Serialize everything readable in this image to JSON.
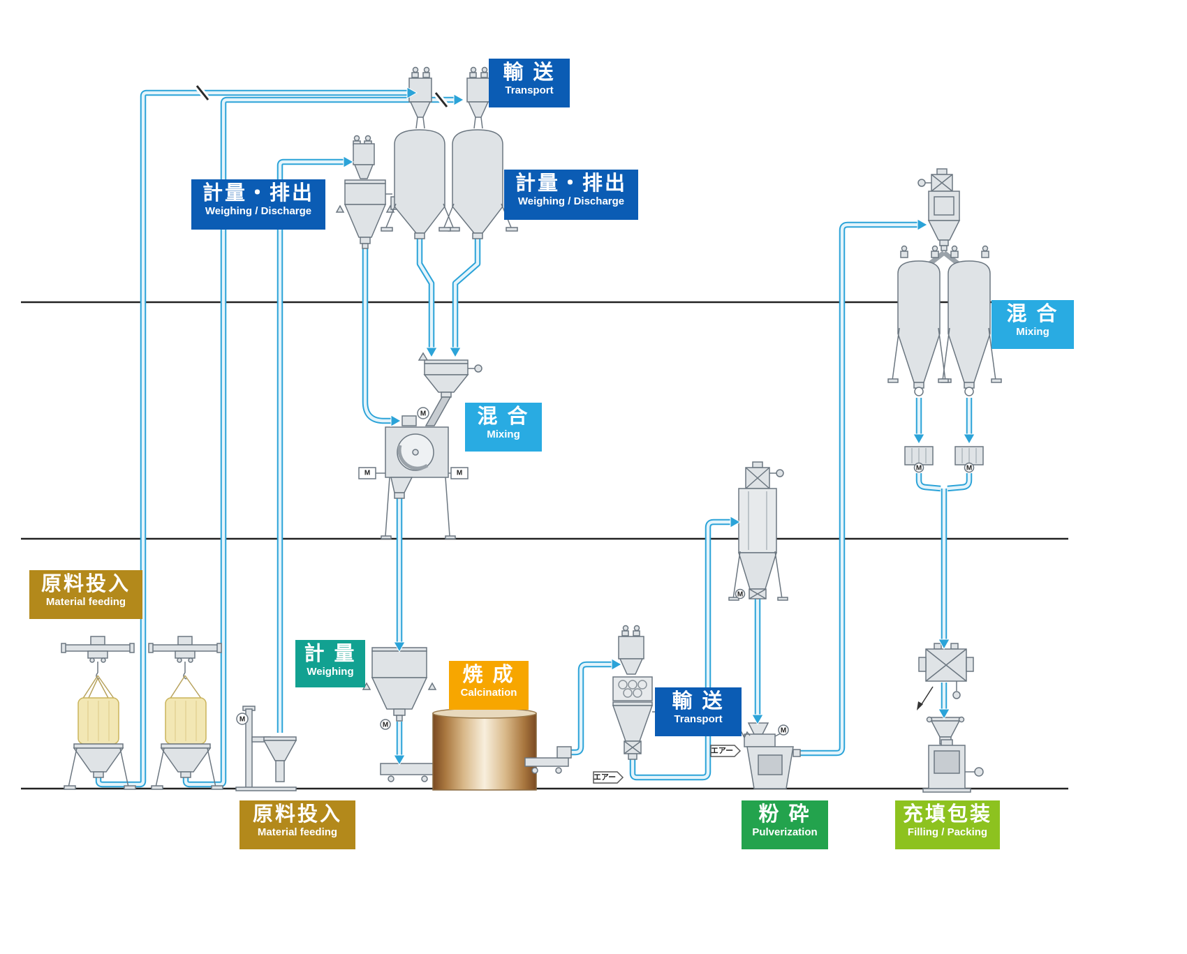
{
  "diagram": {
    "process_labels": {
      "transport_top": {
        "jp": "輸 送",
        "en": "Transport",
        "color": "#0b5cb4"
      },
      "weighing_discharge_left": {
        "jp": "計量・排出",
        "en": "Weighing / Discharge",
        "color": "#0b5cb4"
      },
      "weighing_discharge_right": {
        "jp": "計量・排出",
        "en": "Weighing / Discharge",
        "color": "#0b5cb4"
      },
      "mixing_center": {
        "jp": "混 合",
        "en": "Mixing",
        "color": "#29abe2"
      },
      "mixing_right": {
        "jp": "混 合",
        "en": "Mixing",
        "color": "#29abe2"
      },
      "material_feeding_left": {
        "jp": "原料投入",
        "en": "Material feeding",
        "color": "#b3891b"
      },
      "material_feeding_center": {
        "jp": "原料投入",
        "en": "Material feeding",
        "color": "#b3891b"
      },
      "weighing_center": {
        "jp": "計 量",
        "en": "Weighing",
        "color": "#12a191"
      },
      "calcination": {
        "jp": "焼 成",
        "en": "Calcination",
        "color": "#f7a600"
      },
      "transport_mid": {
        "jp": "輸 送",
        "en": "Transport",
        "color": "#0b5cb4"
      },
      "pulverization": {
        "jp": "粉 砕",
        "en": "Pulverization",
        "color": "#23a34d"
      },
      "filling_packing": {
        "jp": "充填包装",
        "en": "Filling / Packing",
        "color": "#8dc21f"
      }
    },
    "small_labels": {
      "motor": "M",
      "air": "エアー"
    },
    "colors": {
      "pipe": "#2ba3d8",
      "pipe_inner": "#e4f4fb",
      "equipment_fill": "#dfe3e6",
      "equipment_stroke": "#6b7680",
      "floor_line": "#222222",
      "kiln_brown": "#7a4a22",
      "bag_yellow": "#f2e7b4"
    }
  }
}
